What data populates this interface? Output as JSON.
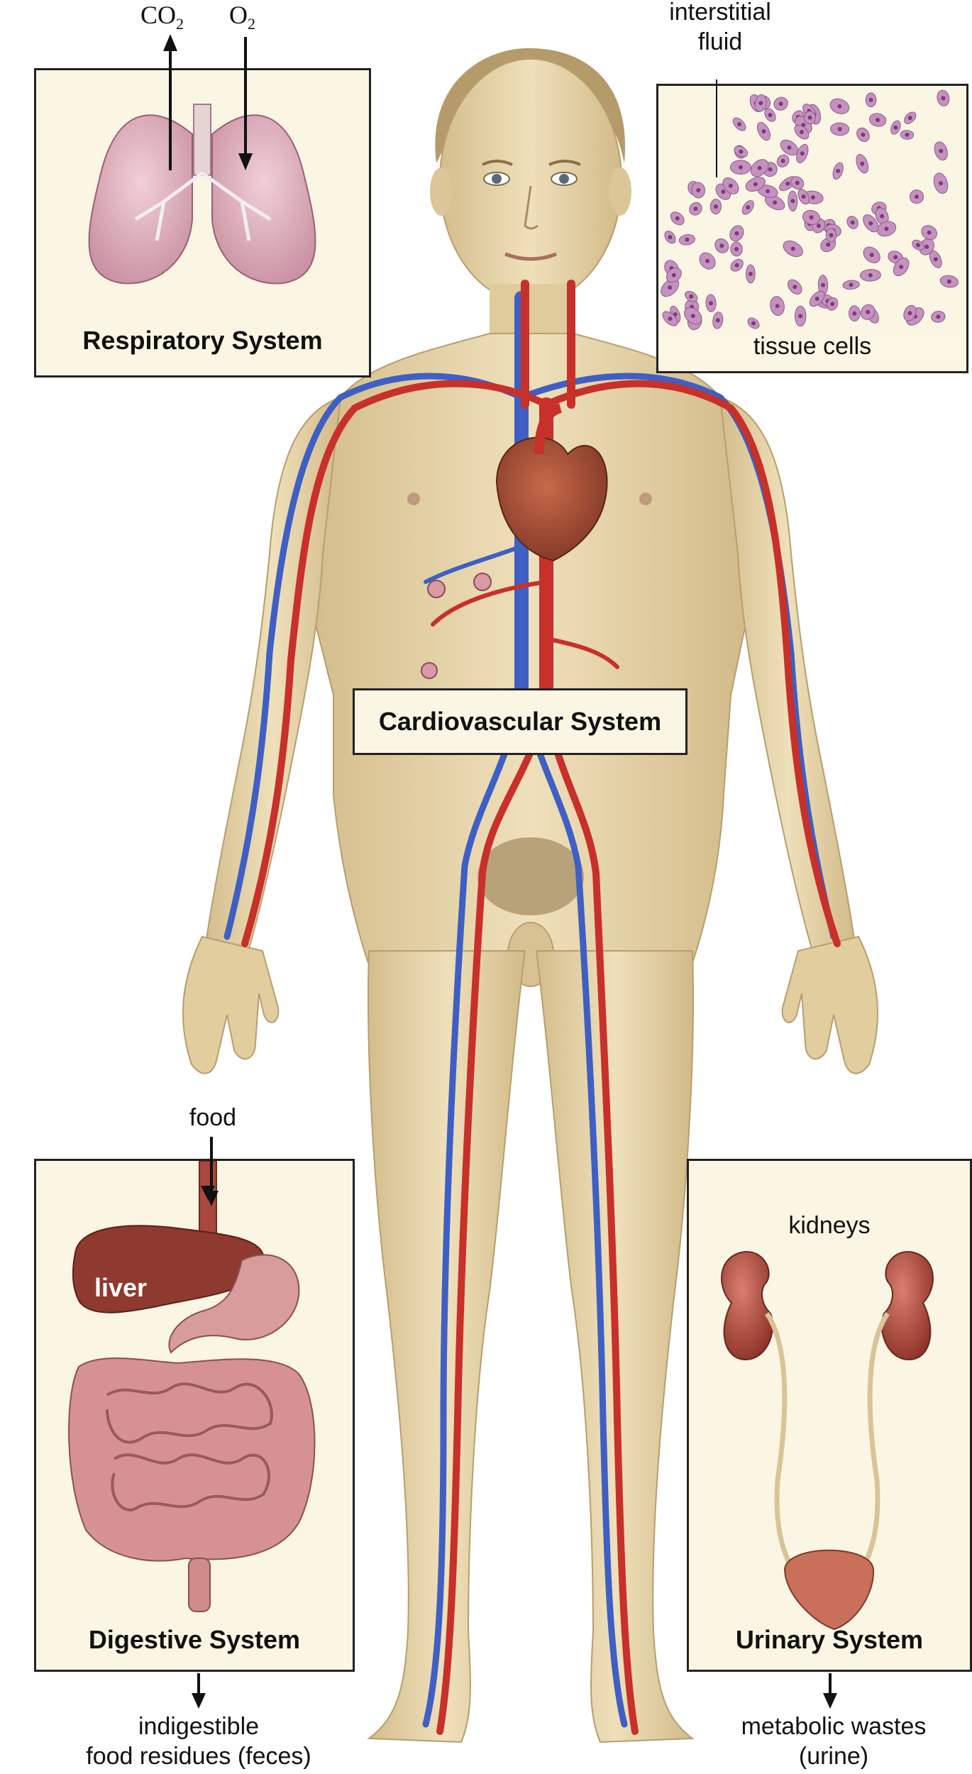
{
  "gases": {
    "co2": {
      "prefix": "CO",
      "sub": "2"
    },
    "o2": {
      "prefix": "O",
      "sub": "2"
    }
  },
  "panels": {
    "respiratory": {
      "title": "Respiratory System"
    },
    "interstitial": {
      "top_label_line1": "interstitial",
      "top_label_line2": "fluid",
      "cells_label": "tissue cells"
    },
    "cardiovascular": {
      "title": "Cardiovascular System"
    },
    "digestive": {
      "title": "Digestive System",
      "input_label": "food",
      "organ_label": "liver",
      "output_line1": "indigestible",
      "output_line2": "food residues (feces)"
    },
    "urinary": {
      "title": "Urinary System",
      "organ_label": "kidneys",
      "output_line1": "metabolic wastes",
      "output_line2": "(urine)"
    }
  },
  "colors": {
    "panel_bg": "#fbf6e4",
    "skin": "#e6d3a6",
    "artery": "#c8302a",
    "vein": "#3e5fc4",
    "lung": "#c98ea2",
    "cell": "#c592bf",
    "kidney": "#a8453a",
    "intestine": "#c98585"
  }
}
